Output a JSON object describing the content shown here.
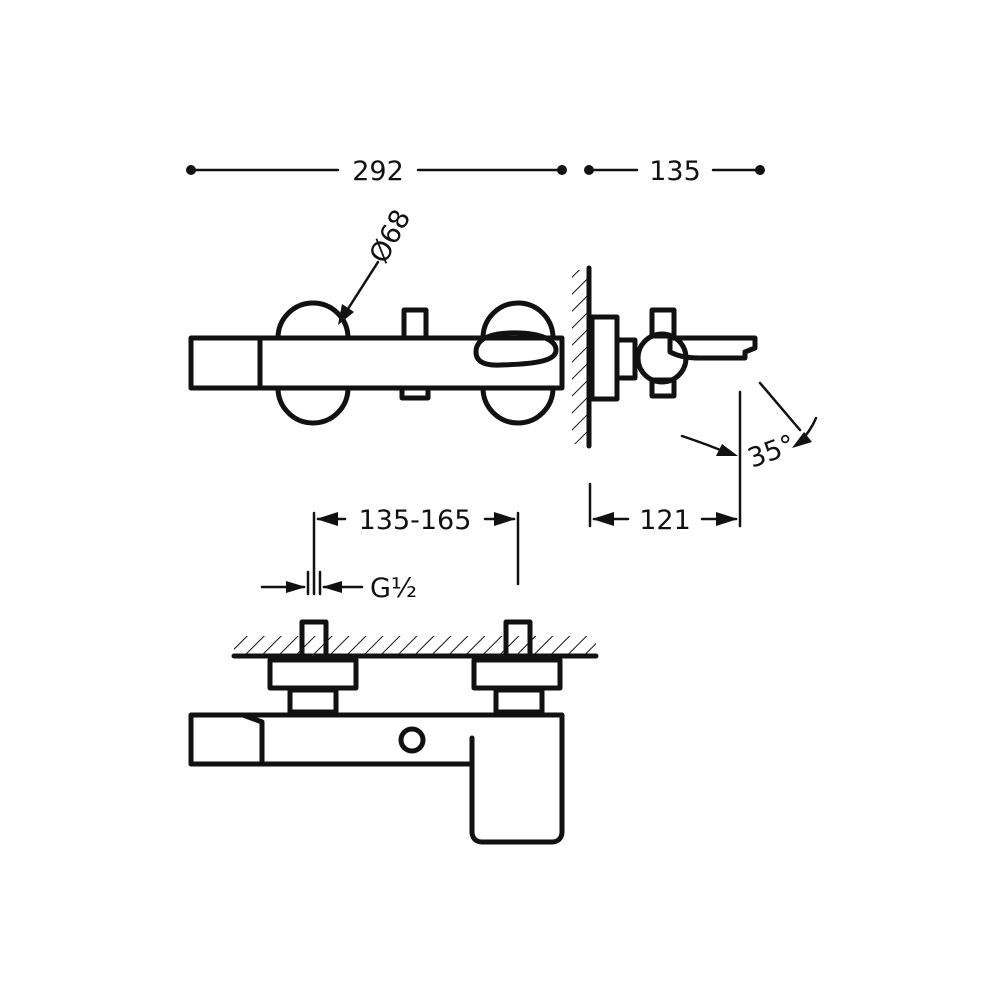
{
  "dimensions": {
    "overall_width": "292",
    "projection": "135",
    "handle_diameter": "Ø68",
    "inlet_spacing": "135-165",
    "inlet_thread": "G½",
    "spout_reach": "121",
    "spout_angle": "35°"
  }
}
